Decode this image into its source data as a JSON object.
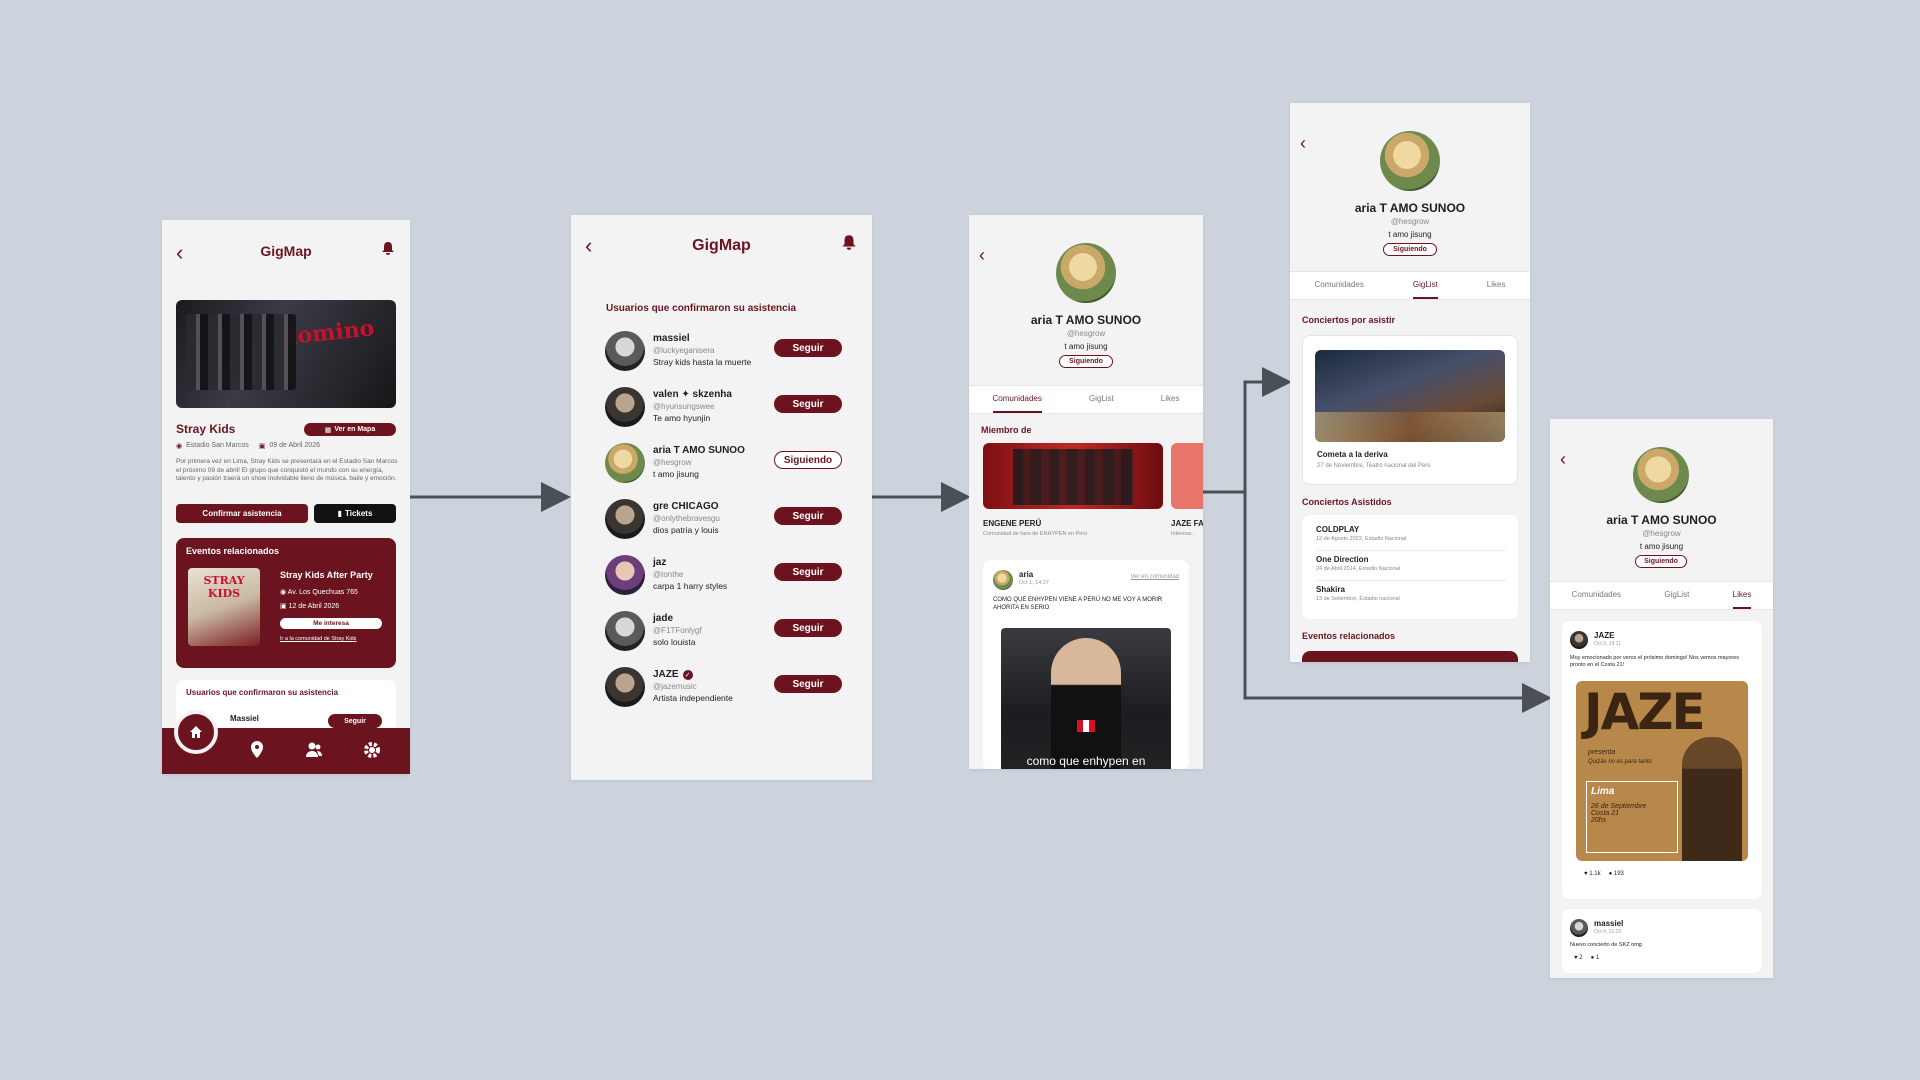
{
  "app": {
    "name": "GigMap"
  },
  "event_screen": {
    "hero_text": "domino",
    "event_name": "Stray Kids",
    "map_button": "Ver en Mapa",
    "venue": "Estadio San Marcos",
    "date": "09 de Abril 2026",
    "description": "Por primera vez en Lima, Stray Kids se presentará en el Estadio San Marcos el próximo 09 de abril! El grupo que conquistó el mundo con su energía, talento y pasión traerá un show inolvidable lleno de música, baile y emoción.",
    "confirm_button": "Confirmar asistencia",
    "tickets_button": "Tickets",
    "related": {
      "title": "Eventos relacionados",
      "poster_text": "STRAY KIDS",
      "event_title": "Stray Kids After Party",
      "address": "Av. Los Quechuas 765",
      "date": "12 de Abril 2026",
      "interest_button": "Me interesa",
      "community_link": "Ir a la comunidad de Stray Kids"
    },
    "attendees_title": "Usuarios que confirmaron su asistencia",
    "first_attendee": "Massiel",
    "follow_label": "Seguir"
  },
  "attendees_screen": {
    "title": "Usuarios que confirmaron su asistencia",
    "users": [
      {
        "name": "massiel",
        "handle": "@luckyeganisera",
        "bio": "Stray kids hasta la muerte",
        "action": "Seguir"
      },
      {
        "name": "valen ✦ skzenha",
        "handle": "@hyunsungswee",
        "bio": "Te amo hyunjin",
        "action": "Seguir"
      },
      {
        "name": "aria T AMO SUNOO",
        "handle": "@hesgrow",
        "bio": "t amo jisung",
        "action": "Siguiendo"
      },
      {
        "name": "gre CHICAGO",
        "handle": "@onlythebravesgu",
        "bio": "dios patria y louis",
        "action": "Seguir"
      },
      {
        "name": "jaz",
        "handle": "@tonthe",
        "bio": "carpa 1 harry styles",
        "action": "Seguir"
      },
      {
        "name": "jade",
        "handle": "@F1TFonlygf",
        "bio": "solo louista",
        "action": "Seguir"
      },
      {
        "name": "JAZE",
        "handle": "@jazemusic",
        "bio": "Artista independiente",
        "action": "Seguir"
      }
    ]
  },
  "profile": {
    "name": "aria T AMO SUNOO",
    "handle": "@hesgrow",
    "bio": "t amo jisung",
    "status": "Siguiendo",
    "tabs": [
      "Comunidades",
      "GigList",
      "Likes"
    ]
  },
  "communities_screen": {
    "member_title": "Miembro de",
    "communities": [
      {
        "name": "ENGENE PERÚ",
        "desc": "Comunidad de fans de ENHYPEN en Perú"
      },
      {
        "name": "JAZE FA",
        "desc": "Interesa..."
      }
    ],
    "post": {
      "author": "aria",
      "time": "Oct 1, 14:27",
      "link": "Ver en comunidad",
      "text": "COMO QUE ENHYPEN VIENE A PERÚ NO ME VOY A MORIR AHORITA EN SERIO",
      "caption": "como que enhypen en"
    }
  },
  "giglist_screen": {
    "to_attend_title": "Conciertos por asistir",
    "to_attend": {
      "name": "Cometa a la deriva",
      "detail": "27 de Noviembre, Teatro nacional del Perú"
    },
    "attended_title": "Conciertos Asistidos",
    "attended": [
      {
        "name": "COLDPLAY",
        "detail": "12 de Agosto 2022, Estadio Nacional"
      },
      {
        "name": "One Direction",
        "detail": "24 de Abril 2014, Estadio Nacional"
      },
      {
        "name": "Shakira",
        "detail": "13 de Setiembre, Estadio nacional"
      }
    ],
    "related_title": "Eventos relacionados"
  },
  "likes_screen": {
    "posts": [
      {
        "author": "JAZE",
        "time": "Oct 2, 19:11",
        "text": "Muy emocionado por veros el próximo domingo! Nos vemos mayores pronto en el Costa 21!",
        "poster_title": "JAZE",
        "poster_sub": "presenta",
        "poster_sub2": "Quizás no es para tanto",
        "poster_city": "Lima",
        "poster_date": "26 de Septiembre",
        "poster_venue": "Costa 21",
        "poster_time": "20hs",
        "likes": "1.1k",
        "comments": "193"
      },
      {
        "author": "massiel",
        "time": "Oct 4, 21:20",
        "text": "Nuevo concierto de SKZ omg",
        "likes": "2",
        "comments": "1"
      }
    ]
  },
  "colors": {
    "accent": "#6b1420",
    "background": "#cdd3dc",
    "screen": "#f4f3f3"
  }
}
